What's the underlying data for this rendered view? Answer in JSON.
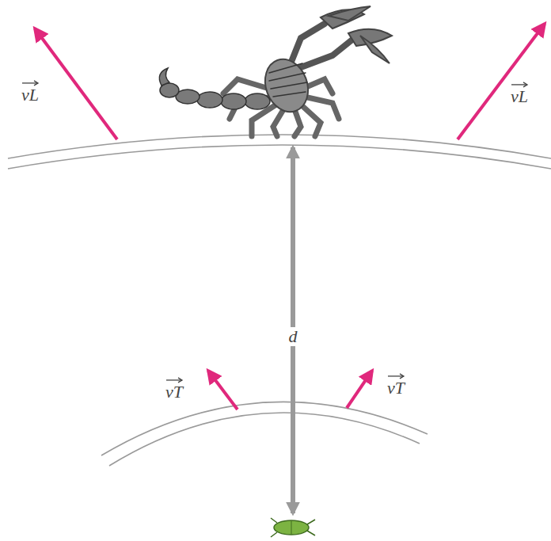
{
  "diagram": {
    "labels": [
      "vL",
      "vL",
      "d",
      "vT",
      "vT"
    ]
  }
}
